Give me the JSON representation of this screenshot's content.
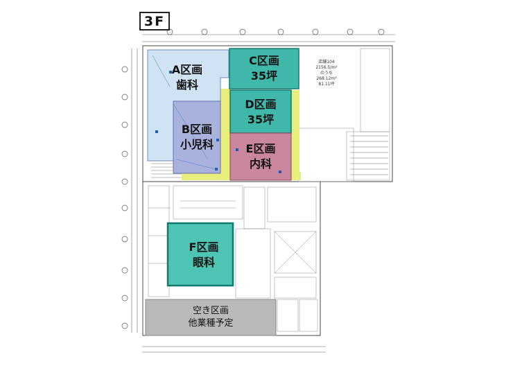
{
  "floor_label": "3F",
  "zones": [
    {
      "id": "A",
      "name": "A区画",
      "use": "歯科"
    },
    {
      "id": "B",
      "name": "B区画",
      "use": "小児科"
    },
    {
      "id": "C",
      "name": "C区画",
      "use": "35坪"
    },
    {
      "id": "D",
      "name": "D区画",
      "use": "35坪"
    },
    {
      "id": "E",
      "name": "E区画",
      "use": "内科"
    },
    {
      "id": "F",
      "name": "F区画",
      "use": "眼科"
    }
  ],
  "vacant": {
    "line1": "空き区画",
    "line2": "他業種予定"
  },
  "store_note": {
    "line1": "店舗104",
    "line2": "2156.5/m²",
    "line3": "のうち",
    "line4": "268.12m²",
    "line5": "81.11坪"
  },
  "colors": {
    "zone_a": "#cfe3f5",
    "zone_b": "#a9b2dc",
    "zone_c": "#3fb8aa",
    "zone_d": "#3fb8aa",
    "zone_e": "#c9869c",
    "zone_f": "#4ec4b4",
    "vacant": "#b9b9b9",
    "corridor": "#e8ee7a",
    "line": "#444444"
  }
}
